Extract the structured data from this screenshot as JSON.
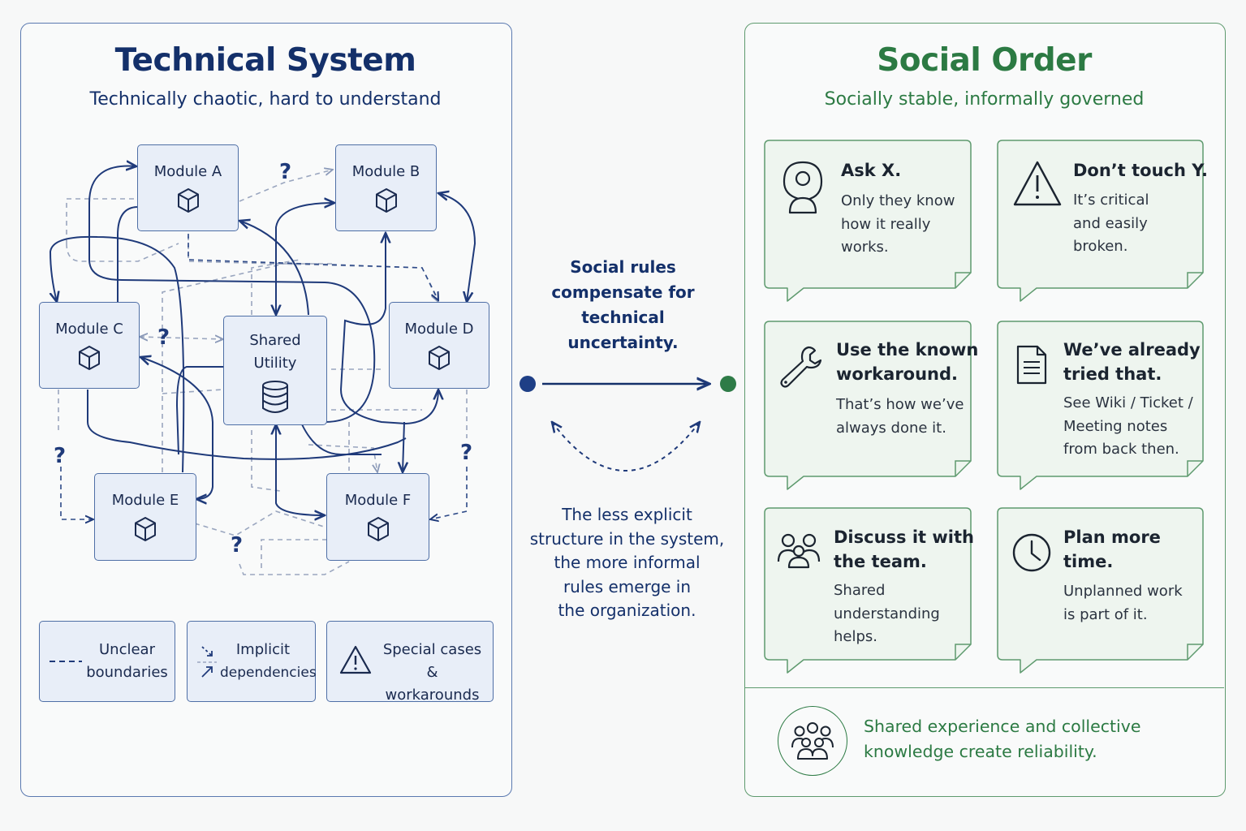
{
  "colors": {
    "navy": "#14306a",
    "blue_stroke": "#4f6fa6",
    "green": "#2c7a43",
    "green_card_fill": "#eef5ef"
  },
  "technical": {
    "title": "Technical System",
    "subtitle": "Technically chaotic, hard to understand",
    "modules": {
      "a": "Module A",
      "b": "Module B",
      "c": "Module C",
      "d": "Module D",
      "shared_line1": "Shared",
      "shared_line2": "Utility",
      "e": "Module E",
      "f": "Module F"
    },
    "question_mark": "?",
    "legend": {
      "unclear_line1": "Unclear",
      "unclear_line2": "boundaries",
      "implicit_line1": "Implicit",
      "implicit_line2": "dependencies",
      "special_line1": "Special cases",
      "special_line2": "& workarounds"
    }
  },
  "middle": {
    "top_lines": [
      "Social rules",
      "compensate for",
      "technical",
      "uncertainty."
    ],
    "bottom_lines": [
      "The less explicit",
      "structure in the system,",
      "the more informal",
      "rules emerge in",
      "the organization."
    ]
  },
  "social": {
    "title": "Social Order",
    "subtitle": "Socially stable, informally governed",
    "cards": {
      "ask": {
        "title": "Ask X.",
        "body": [
          "Only they know",
          "how it really",
          "works."
        ],
        "icon": "person-icon"
      },
      "dont_touch": {
        "title": "Don’t touch Y.",
        "body": [
          "It’s critical",
          "and easily",
          "broken."
        ],
        "icon": "warning-icon"
      },
      "workaround": {
        "title": [
          "Use the known",
          "workaround."
        ],
        "body": [
          "That’s how we’ve",
          "always done it."
        ],
        "icon": "wrench-icon"
      },
      "tried": {
        "title": [
          "We’ve already",
          "tried that."
        ],
        "body": [
          "See Wiki / Ticket /",
          "Meeting notes",
          "from back then."
        ],
        "icon": "document-icon"
      },
      "discuss": {
        "title": [
          "Discuss it with",
          "the team."
        ],
        "body": [
          "Shared",
          "understanding",
          "helps."
        ],
        "icon": "team-icon"
      },
      "plan": {
        "title": [
          "Plan more",
          "time."
        ],
        "body": [
          "Unplanned work",
          "is part of it."
        ],
        "icon": "clock-icon"
      }
    },
    "footer": {
      "lines": [
        "Shared experience and collective",
        "knowledge create reliability."
      ],
      "icon": "group-icon"
    }
  }
}
